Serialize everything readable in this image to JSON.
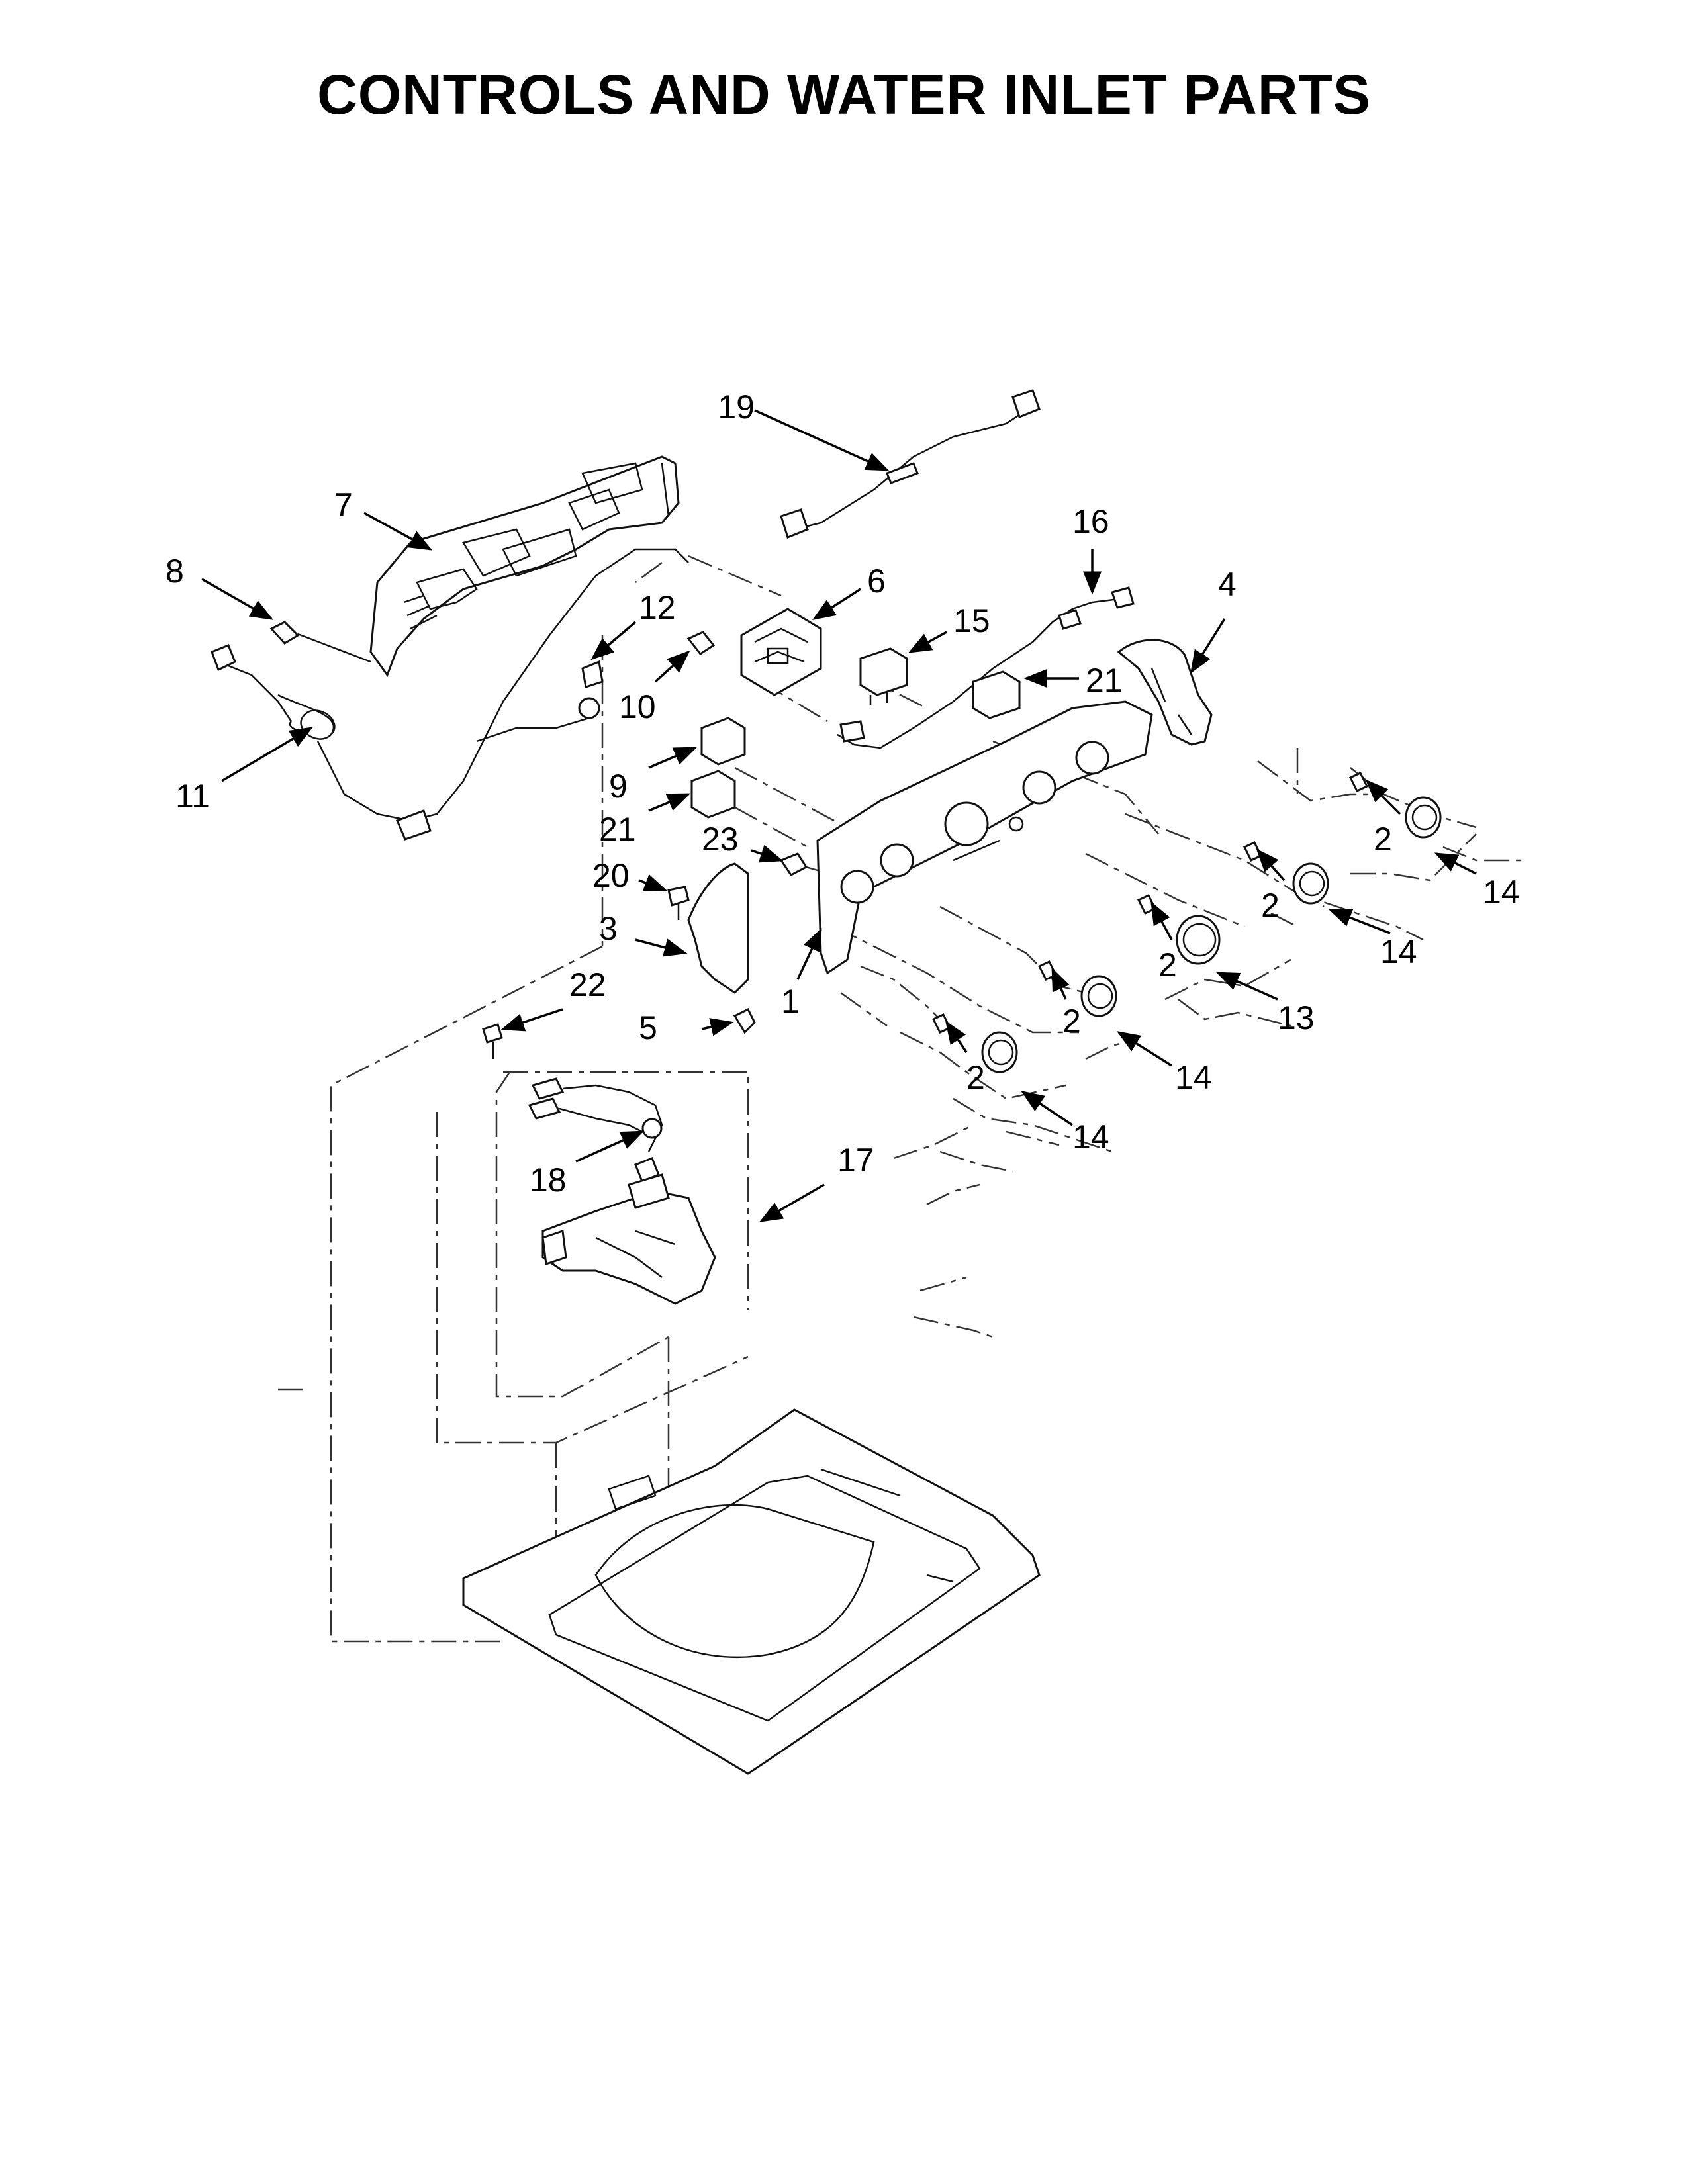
{
  "title": "CONTROLS AND WATER INLET PARTS",
  "callouts": {
    "c1": "1",
    "c2a": "2",
    "c2b": "2",
    "c2c": "2",
    "c2d": "2",
    "c2e": "2",
    "c3": "3",
    "c4": "4",
    "c5": "5",
    "c6": "6",
    "c7": "7",
    "c8": "8",
    "c9": "9",
    "c10": "10",
    "c11": "11",
    "c12": "12",
    "c13": "13",
    "c14a": "14",
    "c14b": "14",
    "c14c": "14",
    "c14d": "14",
    "c15": "15",
    "c16": "16",
    "c17": "17",
    "c18": "18",
    "c19": "19",
    "c20": "20",
    "c21a": "21",
    "c21b": "21",
    "c22": "22",
    "c23": "23"
  },
  "colors": {
    "line": "#111111",
    "background": "#ffffff"
  }
}
